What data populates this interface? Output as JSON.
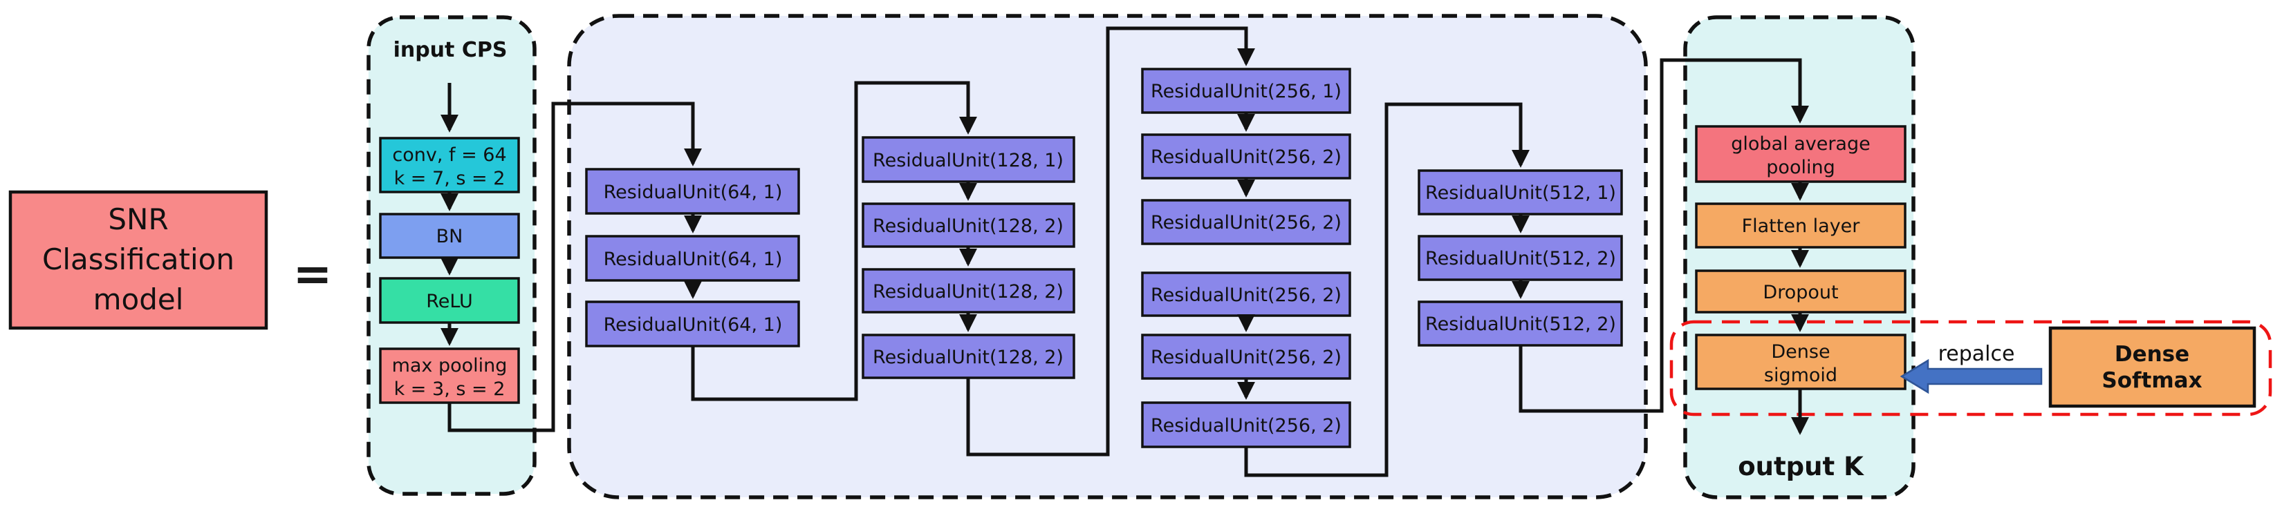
{
  "diagram_title": "SNR Classification model",
  "colors": {
    "salmon": "#f88989",
    "gap_red": "#f4747e",
    "cyan": "#25c7d9",
    "bn_blue": "#7d9ff0",
    "relu_green": "#35dfa5",
    "residual_purple": "#8a87ea",
    "orange": "#f5a963",
    "panel_teal": "#dcf4f4",
    "panel_lavender": "#e9edfb",
    "red_dash": "#ee1515",
    "blue_arrow": "#4472c4",
    "line": "#111111"
  },
  "left": {
    "model_lines": [
      "SNR",
      "Classification",
      "model"
    ],
    "equals": "="
  },
  "input_column": {
    "title": "input CPS",
    "conv": [
      "conv, f = 64",
      "k = 7, s = 2"
    ],
    "bn": "BN",
    "relu": "ReLU",
    "max_pool": [
      "max pooling",
      "k = 3, s = 2"
    ]
  },
  "resnet": {
    "columns": [
      {
        "units": [
          "ResidualUnit(64, 1)",
          "ResidualUnit(64, 1)",
          "ResidualUnit(64, 1)"
        ]
      },
      {
        "units": [
          "ResidualUnit(128, 1)",
          "ResidualUnit(128, 2)",
          "ResidualUnit(128, 2)",
          "ResidualUnit(128, 2)"
        ]
      },
      {
        "units": [
          "ResidualUnit(256, 1)",
          "ResidualUnit(256, 2)",
          "ResidualUnit(256, 2)",
          "ResidualUnit(256, 2)",
          "ResidualUnit(256, 2)",
          "ResidualUnit(256, 2)"
        ]
      },
      {
        "units": [
          "ResidualUnit(512, 1)",
          "ResidualUnit(512, 2)",
          "ResidualUnit(512, 2)"
        ]
      }
    ]
  },
  "output_column": {
    "global_avg_pool": [
      "global average",
      "pooling"
    ],
    "flatten": "Flatten layer",
    "dropout": "Dropout",
    "dense_sigmoid": [
      "Dense",
      "sigmoid"
    ],
    "output_label": "output K"
  },
  "replace_annotation": {
    "label": "repalce",
    "dense_softmax": [
      "Dense",
      "Softmax"
    ]
  }
}
